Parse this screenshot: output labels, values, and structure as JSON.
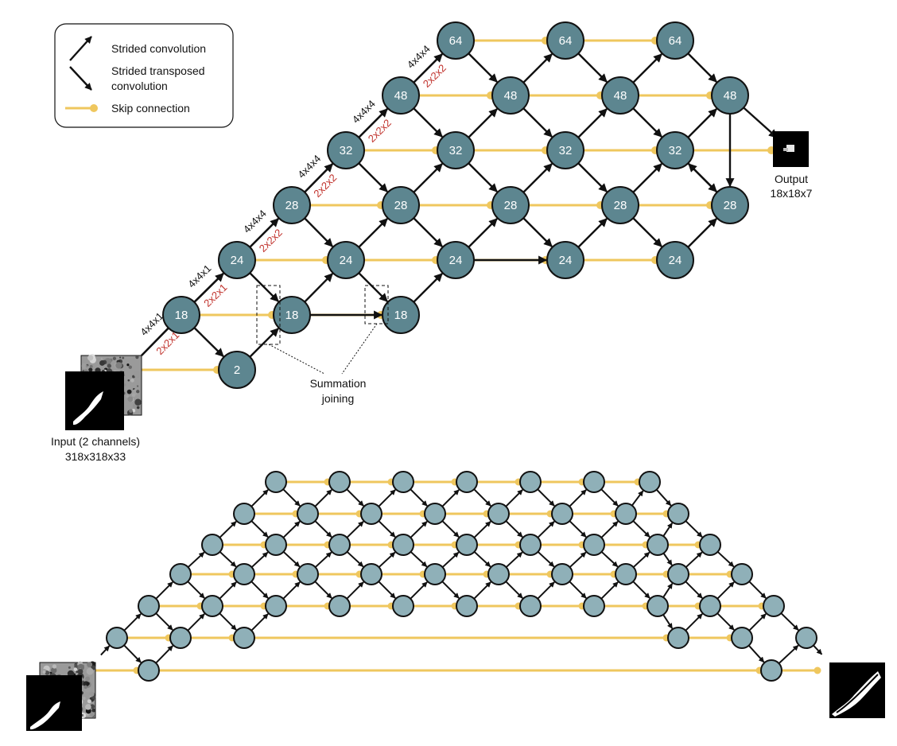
{
  "colors": {
    "node_fill_top": "#5d8690",
    "node_fill_bottom": "#8fb0b8",
    "node_stroke": "#111111",
    "skip": "#efc75e",
    "arrow": "#111111",
    "stride_text": "#c0312b",
    "kernel_text": "#111111"
  },
  "legend": {
    "strided_conv": "Strided convolution",
    "strided_tconv_line1": "Strided transposed",
    "strided_tconv_line2": "convolution",
    "skip": "Skip connection"
  },
  "input": {
    "line1": "Input (2 channels)",
    "line2": "318x318x33"
  },
  "output": {
    "line1": "Output",
    "line2": "18x18x7"
  },
  "summation": {
    "line1": "Summation",
    "line2": "joining"
  },
  "encoder_labels": [
    {
      "kernel": "4x4x1",
      "stride": "2x2x1"
    },
    {
      "kernel": "4x4x1",
      "stride": "2x2x1"
    },
    {
      "kernel": "4x4x4",
      "stride": "2x2x2"
    },
    {
      "kernel": "4x4x4",
      "stride": "2x2x2"
    },
    {
      "kernel": "4x4x4",
      "stride": "2x2x2"
    },
    {
      "kernel": "4x4x4",
      "stride": "2x2x2"
    }
  ],
  "nodes": [
    {
      "id": "n2",
      "label": "2"
    },
    {
      "id": "e18",
      "label": "18"
    },
    {
      "id": "e24",
      "label": "24"
    },
    {
      "id": "e28",
      "label": "28"
    },
    {
      "id": "e32",
      "label": "32"
    },
    {
      "id": "e48",
      "label": "48"
    },
    {
      "id": "e64",
      "label": "64"
    },
    {
      "id": "a18",
      "label": "18"
    },
    {
      "id": "a24",
      "label": "24"
    },
    {
      "id": "a28",
      "label": "28"
    },
    {
      "id": "a32",
      "label": "32"
    },
    {
      "id": "a48",
      "label": "48"
    },
    {
      "id": "b18",
      "label": "18"
    },
    {
      "id": "b24",
      "label": "24"
    },
    {
      "id": "b28",
      "label": "28"
    },
    {
      "id": "b32",
      "label": "32"
    },
    {
      "id": "b48",
      "label": "48"
    },
    {
      "id": "b64",
      "label": "64"
    },
    {
      "id": "c24",
      "label": "24"
    },
    {
      "id": "c28",
      "label": "28"
    },
    {
      "id": "c32",
      "label": "32"
    },
    {
      "id": "c48",
      "label": "48"
    },
    {
      "id": "d24",
      "label": "24"
    },
    {
      "id": "d28",
      "label": "28"
    },
    {
      "id": "d32",
      "label": "32"
    },
    {
      "id": "d48",
      "label": "48"
    },
    {
      "id": "d64",
      "label": "64"
    },
    {
      "id": "f24",
      "label": "24"
    },
    {
      "id": "f28",
      "label": "28"
    },
    {
      "id": "f32",
      "label": "32"
    },
    {
      "id": "f48",
      "label": "48"
    },
    {
      "id": "g28",
      "label": "28"
    },
    {
      "id": "g48",
      "label": "48"
    }
  ]
}
